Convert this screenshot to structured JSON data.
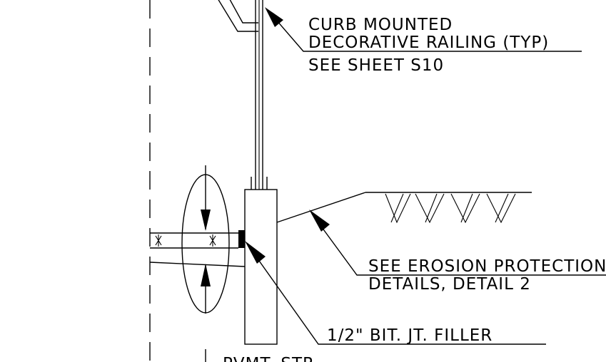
{
  "labels": {
    "railing_line1": "CURB MOUNTED",
    "railing_line2": "DECORATIVE RAILING (TYP)",
    "railing_ref": "SEE SHEET S10",
    "erosion_line1": "SEE EROSION PROTECTION",
    "erosion_line2": "DETAILS, DETAIL 2",
    "filler": "1/2\" BIT. JT. FILLER",
    "pavement": "PVMT. STR."
  }
}
